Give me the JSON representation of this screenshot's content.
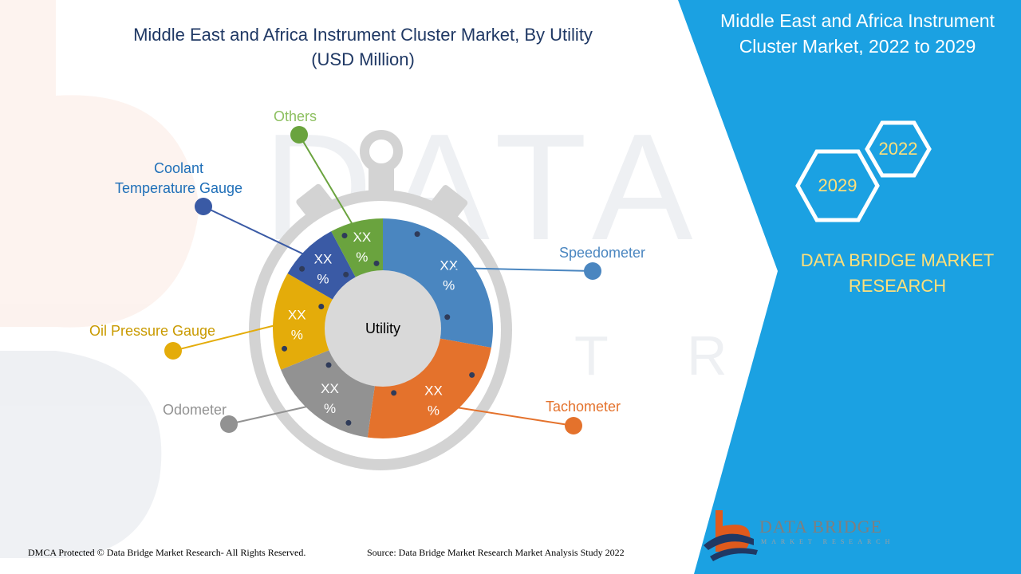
{
  "header": {
    "title_line1": "Middle East and Africa Instrument Cluster Market, By Utility",
    "title_line2": "(USD Million)"
  },
  "side_panel": {
    "title_line1": "Middle East and Africa Instrument",
    "title_line2": "Cluster Market, 2022 to 2029",
    "year_start": "2022",
    "year_end": "2029",
    "brand_line1": "DATA BRIDGE MARKET",
    "brand_line2": "RESEARCH"
  },
  "logo": {
    "name": "DATA BRIDGE",
    "tagline": "MARKET RESEARCH"
  },
  "footer": {
    "copyright": "DMCA Protected © Data Bridge Market Research- All Rights Reserved.",
    "source": "Source: Data Bridge Market Research Market Analysis Study 2022"
  },
  "colors": {
    "panel_blue": "#1ba1e2",
    "accent_yellow": "#ffe07a",
    "title_navy": "#1f3864"
  },
  "chart_data": {
    "type": "pie",
    "style": "donut",
    "center_label": "Utility",
    "value_label_line1": "XX",
    "value_label_line2": "%",
    "categories": [
      "Speedometer",
      "Tachometer",
      "Odometer",
      "Oil Pressure Gauge",
      "Coolant Temperature Gauge",
      "Others"
    ],
    "values": [
      25,
      22,
      15,
      13,
      8,
      7
    ],
    "value_labels": [
      "XX %",
      "XX %",
      "XX %",
      "XX %",
      "XX %",
      "XX %"
    ],
    "colors": [
      "#4a86c0",
      "#e4722c",
      "#929292",
      "#e4ac0a",
      "#3a5aa5",
      "#6aa33e"
    ],
    "label_colors": [
      "#4a86c0",
      "#e4722c",
      "#929292",
      "#c99a00",
      "#1f6fb8",
      "#8cbf5f"
    ],
    "legend": "callouts"
  }
}
